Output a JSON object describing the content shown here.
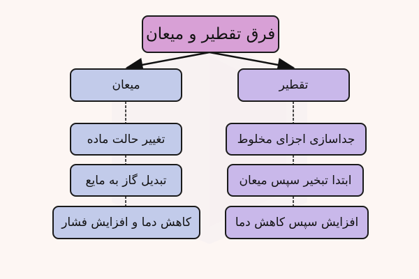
{
  "title": "فرق تقطیر و میعان",
  "colors": {
    "background": "#fdf6f3",
    "title_fill": "#d8a0d6",
    "condensation_fill": "#c2cbea",
    "distillation_fill": "#c9b8ea",
    "border": "#1a1a1a"
  },
  "branches": {
    "condensation": {
      "label": "میعان",
      "items": [
        "تغییر حالت ماده",
        "تبدیل گاز به مایع",
        "کاهش دما و افزایش فشار"
      ]
    },
    "distillation": {
      "label": "تقطیر",
      "items": [
        "جداسازی اجزای مخلوط",
        "ابتدا تبخیر سپس میعان",
        "افزایش سپس کاهش دما"
      ]
    }
  }
}
